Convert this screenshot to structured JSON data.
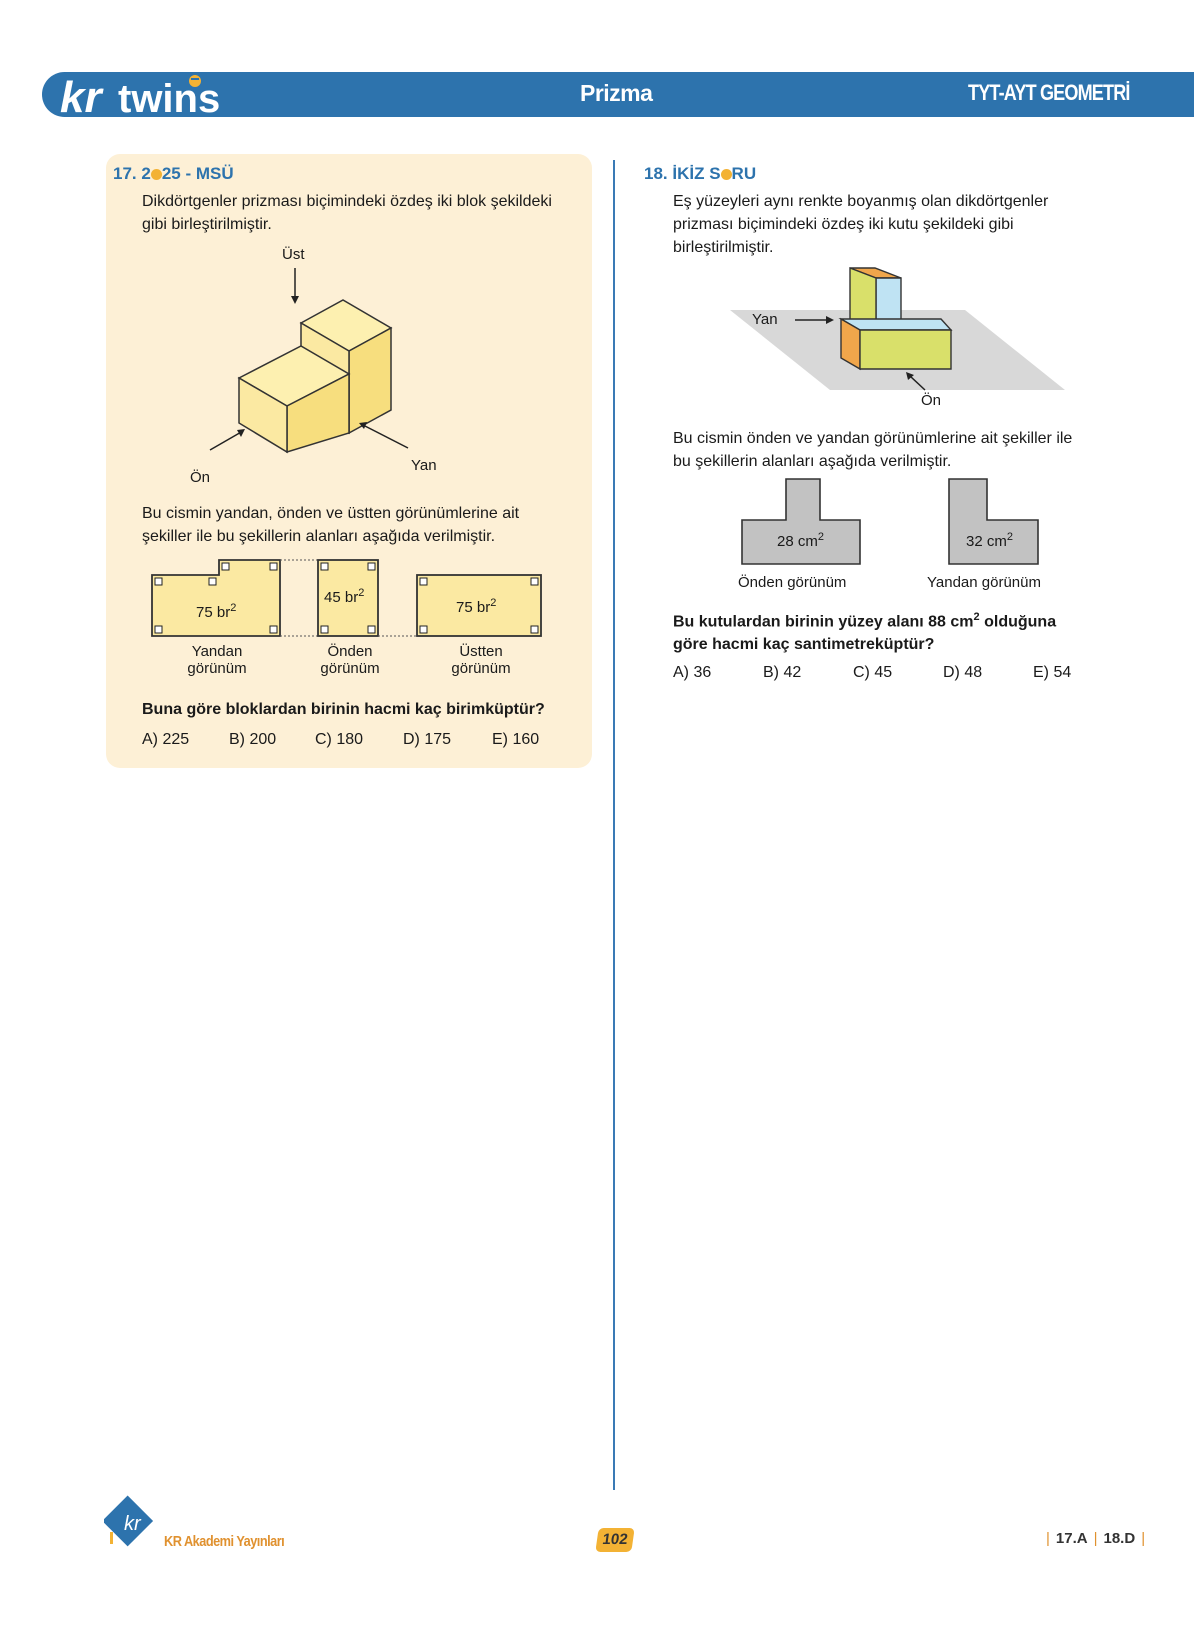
{
  "header": {
    "logo_text": "kr twins",
    "title": "Prizma",
    "subject": "TYT-AYT GEOMETRİ"
  },
  "q17": {
    "number": "17.",
    "year_prefix": "2",
    "year_suffix": "25 - MSÜ",
    "text_line1": "Dikdörtgenler prizması biçimindeki özdeş iki blok şekildeki",
    "text_line2": "gibi birleştirilmiştir.",
    "label_top": "Üst",
    "label_front": "Ön",
    "label_side": "Yan",
    "text2_line1": "Bu cismin yandan, önden ve üstten görünümlerine ait",
    "text2_line2": "şekiller ile bu şekillerin alanları aşağıda verilmiştir.",
    "views": [
      {
        "area": "75 br",
        "exp": "2",
        "caption1": "Yandan",
        "caption2": "görünüm"
      },
      {
        "area": "45 br",
        "exp": "2",
        "caption1": "Önden",
        "caption2": "görünüm"
      },
      {
        "area": "75 br",
        "exp": "2",
        "caption1": "Üstten",
        "caption2": "görünüm"
      }
    ],
    "question": "Buna göre bloklardan birinin hacmi kaç birimküptür?",
    "choices": [
      "A) 225",
      "B) 200",
      "C) 180",
      "D) 175",
      "E) 160"
    ]
  },
  "q18": {
    "number": "18.",
    "title_part1": "İKİZ S",
    "title_part2": "RU",
    "text_line1": "Eş yüzeyleri aynı renkte boyanmış olan dikdörtgenler",
    "text_line2": "prizması biçimindeki özdeş iki kutu şekildeki gibi",
    "text_line3": "birleştirilmiştir.",
    "label_side": "Yan",
    "label_front": "Ön",
    "text2_line1": "Bu cismin önden ve yandan görünümlerine ait şekiller ile",
    "text2_line2": "bu şekillerin alanları aşağıda verilmiştir.",
    "views": [
      {
        "area": "28 cm",
        "exp": "2",
        "caption": "Önden görünüm"
      },
      {
        "area": "32 cm",
        "exp": "2",
        "caption": "Yandan görünüm"
      }
    ],
    "question_part1": "Bu kutulardan birinin yüzey alanı 88 cm",
    "question_exp": "2",
    "question_part2": " olduğuna",
    "question_line2": "göre hacmi kaç santimetreküptür?",
    "choices": [
      "A) 36",
      "B) 42",
      "C) 45",
      "D) 48",
      "E) 54"
    ]
  },
  "footer": {
    "publisher": "KR Akademi Yayınları",
    "page_number": "102",
    "answers": [
      "17.A",
      "18.D"
    ]
  },
  "colors": {
    "brand_blue": "#2d73ad",
    "accent_orange": "#f3b234",
    "panel_bg": "#fdf0d6",
    "block_yellow": "#fbe9a2"
  }
}
